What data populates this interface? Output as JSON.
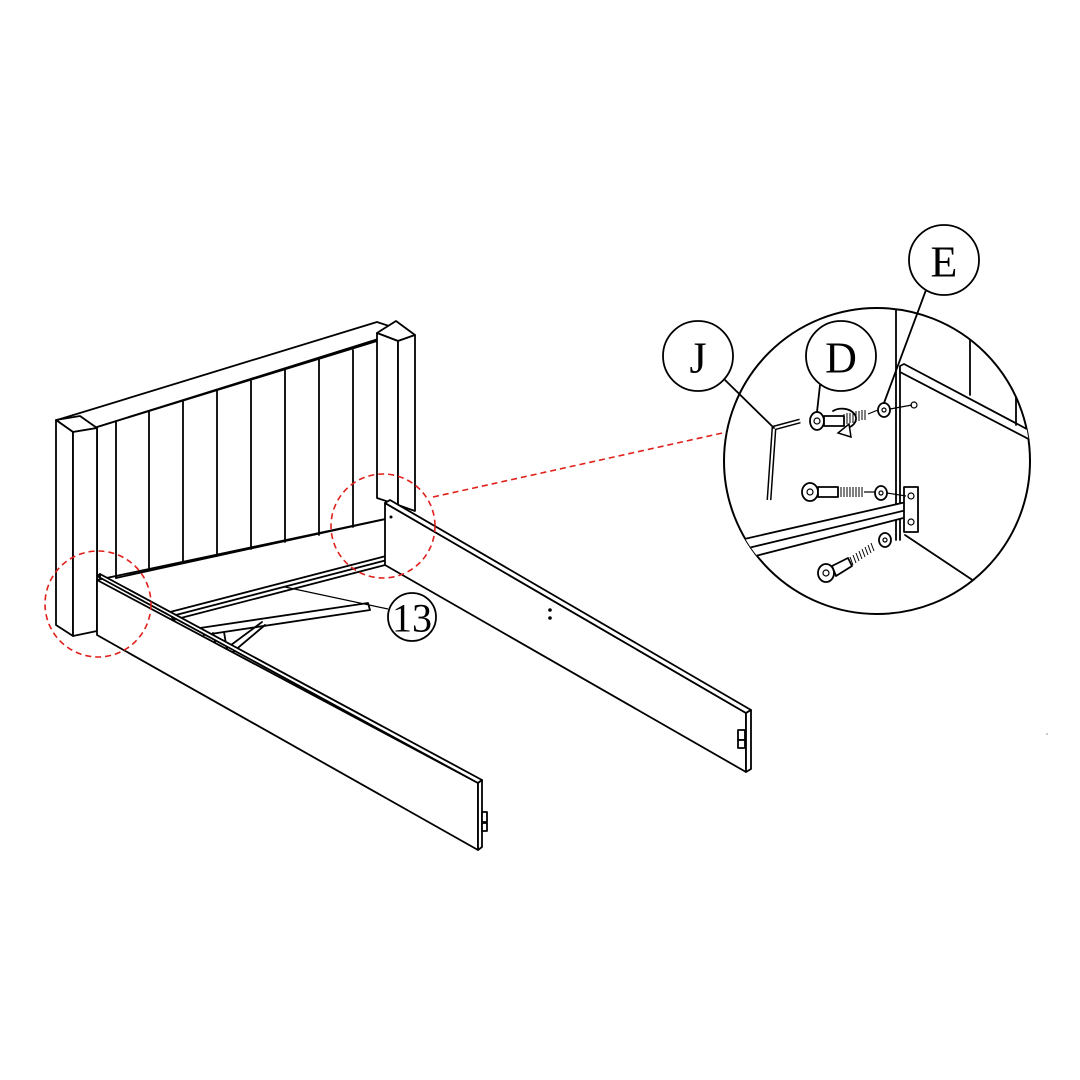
{
  "diagram": {
    "type": "assembly-instruction",
    "subject": "bed frame: headboard with side rails",
    "colors": {
      "line": "#000000",
      "highlight": "#e0201b",
      "background": "#ffffff"
    },
    "callouts": [
      {
        "id": "part-13",
        "label": "13",
        "target": "center support rail"
      },
      {
        "id": "part-J",
        "label": "J",
        "target": "allen key"
      },
      {
        "id": "part-D",
        "label": "D",
        "target": "bolt"
      },
      {
        "id": "part-E",
        "label": "E",
        "target": "washer"
      }
    ],
    "highlights": [
      {
        "id": "joint-left",
        "description": "left rail to headboard joint"
      },
      {
        "id": "joint-right",
        "description": "right rail to headboard joint (detail view)"
      }
    ],
    "detail_view": {
      "description": "magnified joint showing bolts D with washers E tightened using allen key J",
      "bolts_shown": 3,
      "rotation_arrow": "clockwise"
    }
  }
}
